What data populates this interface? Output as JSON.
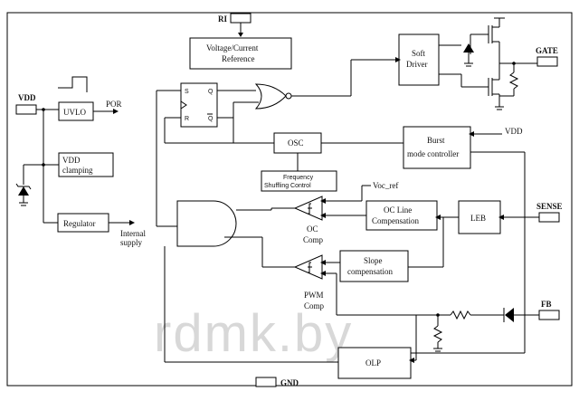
{
  "pins": {
    "ri": "RI",
    "vdd": "VDD",
    "gate": "GATE",
    "sense": "SENSE",
    "fb": "FB",
    "gnd": "GND"
  },
  "blocks": {
    "vref_line1": "Voltage/Current",
    "vref_line2": "Reference",
    "soft_driver_line1": "Soft",
    "soft_driver_line2": "Driver",
    "uvlo": "UVLO",
    "vdd_clamp_line1": "VDD",
    "vdd_clamp_line2": "clamping",
    "regulator": "Regulator",
    "osc": "OSC",
    "freq_line1": "Frequency",
    "freq_line2": "Shuffling Control",
    "burst_line1": "Burst",
    "burst_line2": "mode controller",
    "ocline_line1": "OC Line",
    "ocline_line2": "Compensation",
    "leb": "LEB",
    "slope_line1": "Slope",
    "slope_line2": "compensation",
    "olp": "OLP"
  },
  "labels": {
    "por": "POR",
    "internal_line1": "Internal",
    "internal_line2": "supply",
    "vdd_burst": "VDD",
    "voc_ref": "Voc_ref",
    "oc_comp_line1": "OC",
    "oc_comp_line2": "Comp",
    "pwm_comp_line1": "PWM",
    "pwm_comp_line2": "Comp",
    "ff_s": "S",
    "ff_r": "R",
    "ff_q": "Q",
    "ff_qbar": "Q"
  },
  "watermark": "rdmk.by",
  "colors": {
    "line": "#000000",
    "watermark": "#d8d8d8",
    "background": "#ffffff"
  }
}
